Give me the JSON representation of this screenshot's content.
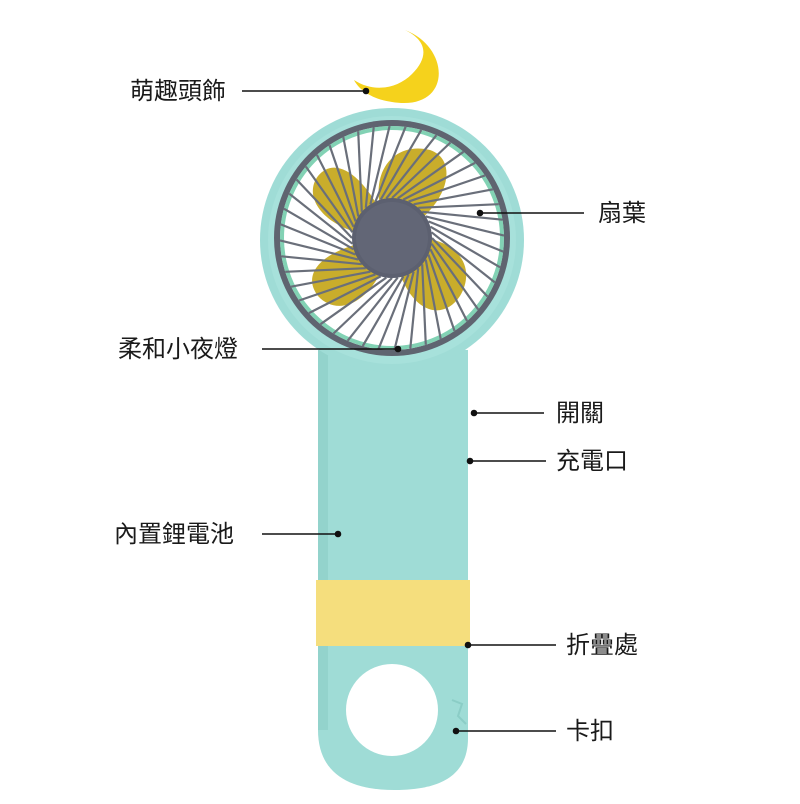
{
  "product": {
    "colors": {
      "body": "#9fdcd6",
      "body_shadow": "#8bcdc6",
      "accent_band": "#f5de7d",
      "moon": "#f5d21c",
      "grille": "#5f6470",
      "hub": "#5c6070",
      "blades": "#c9ad2b",
      "inner_ring": "#4dbf94"
    }
  },
  "callouts": {
    "headpiece": "萌趣頭飾",
    "fan_blades": "扇葉",
    "night_light": "柔和小夜燈",
    "power_switch": "開關",
    "charging_port": "充電口",
    "battery": "內置鋰電池",
    "fold_point": "折疊處",
    "clip": "卡扣"
  }
}
